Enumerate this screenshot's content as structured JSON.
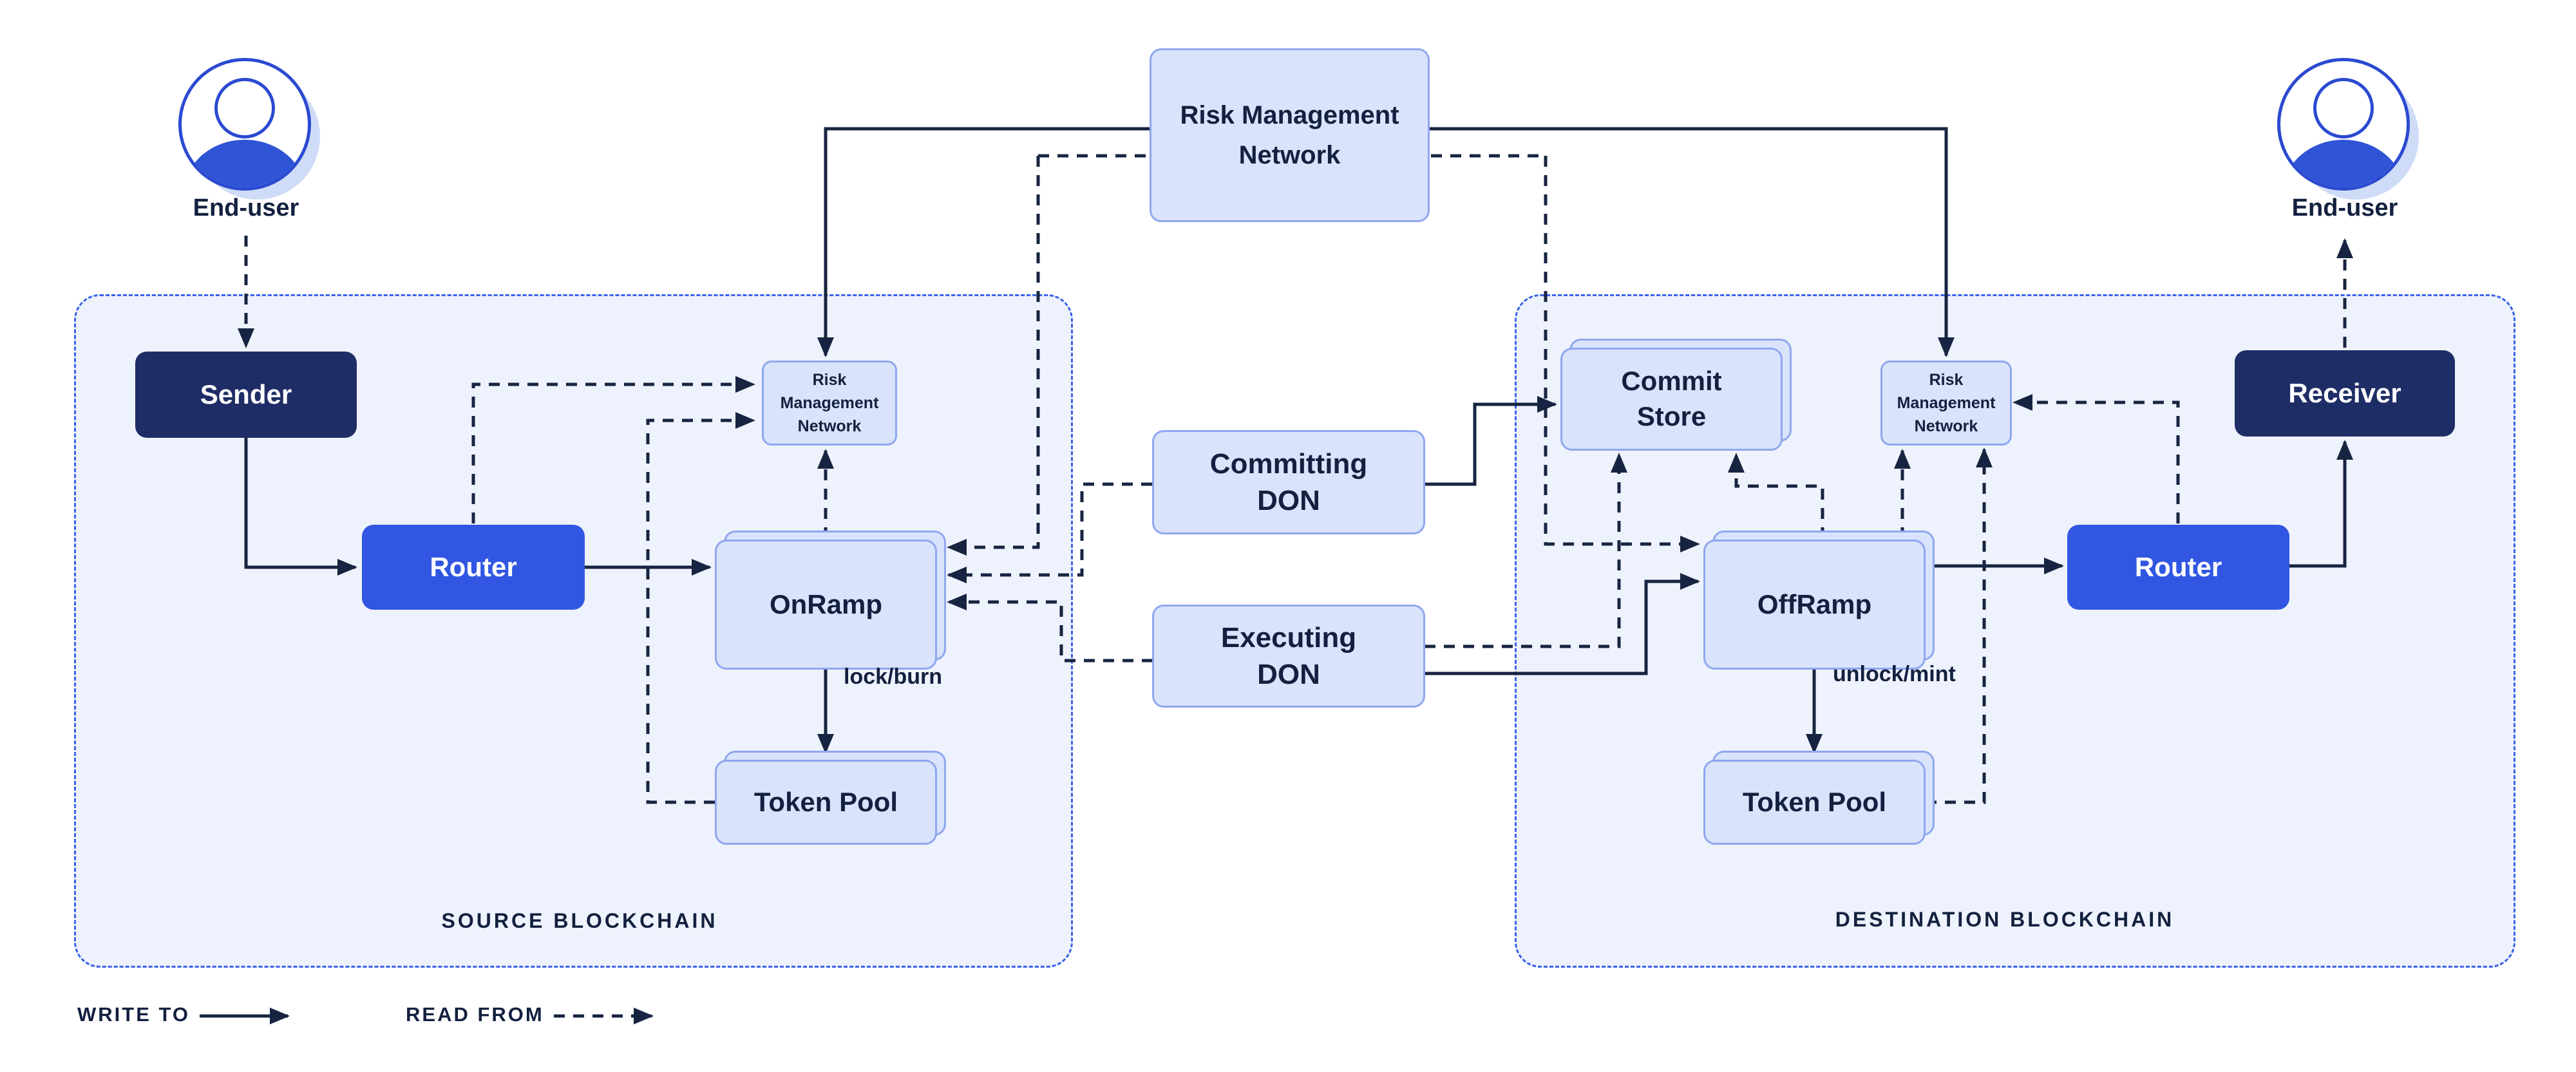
{
  "colors": {
    "ink": "#172441",
    "box-fill": "#d9e3fb",
    "box-border": "#8fa7ef",
    "navy": "#1f2d66",
    "blue": "#3157e2",
    "container-fill": "#eef2fc",
    "container-border": "#3a62e8",
    "avatar-blue": "#3054d6",
    "avatar-ring": "#2b4ad1",
    "avatar-shadow": "#cfdcf8",
    "white": "#ffffff"
  },
  "top": {
    "risk_management_network": "Risk Management\nNetwork"
  },
  "end_user_left": {
    "label": "End-user"
  },
  "end_user_right": {
    "label": "End-user"
  },
  "source": {
    "container_label": "SOURCE BLOCKCHAIN",
    "sender": "Sender",
    "router": "Router",
    "onramp": "OnRamp",
    "risk_management_network": "Risk Management\nNetwork",
    "token_pool": "Token Pool",
    "lock_burn": "lock/burn"
  },
  "dons": {
    "committing": "Committing\nDON",
    "executing": "Executing\nDON"
  },
  "destination": {
    "container_label": "DESTINATION BLOCKCHAIN",
    "commit_store": "Commit\nStore",
    "offramp": "OffRamp",
    "risk_management_network": "Risk Management\nNetwork",
    "router": "Router",
    "receiver": "Receiver",
    "token_pool": "Token Pool",
    "unlock_mint": "unlock/mint"
  },
  "legend": {
    "write_to": "WRITE TO",
    "read_from": "READ FROM"
  }
}
